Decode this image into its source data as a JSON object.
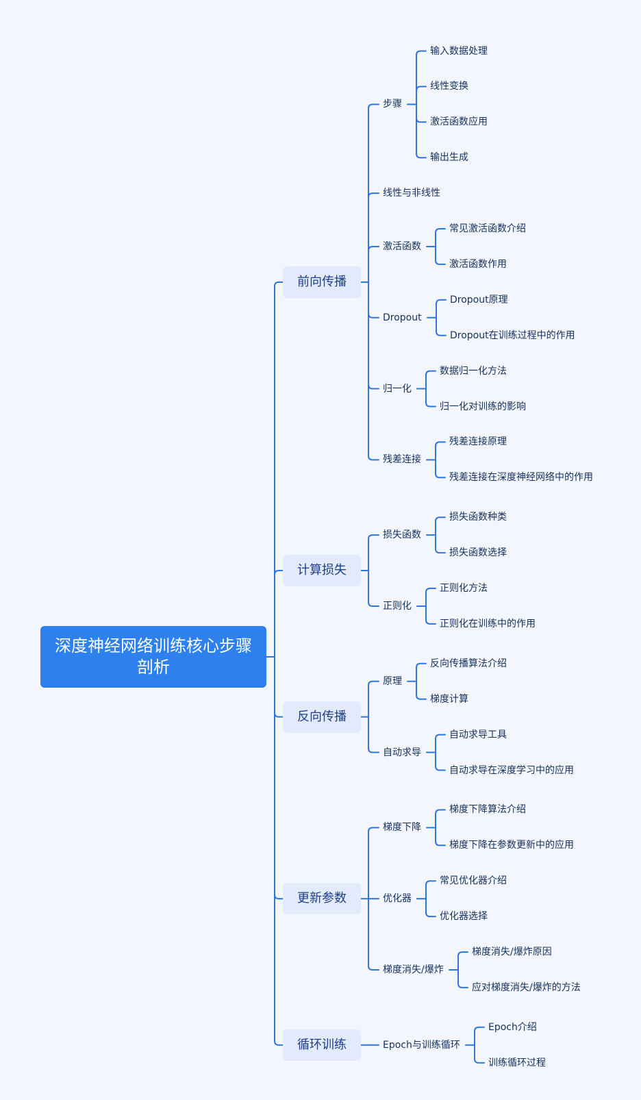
{
  "root": {
    "title": "深度神经网络训练核心步骤剖析",
    "branches": [
      {
        "label": "前向传播",
        "children": [
          {
            "label": "步骤",
            "children": [
              "输入数据处理",
              "线性变换",
              "激活函数应用",
              "输出生成"
            ]
          },
          {
            "label": "线性与非线性",
            "children": []
          },
          {
            "label": "激活函数",
            "children": [
              "常见激活函数介绍",
              "激活函数作用"
            ]
          },
          {
            "label": "Dropout",
            "children": [
              "Dropout原理",
              "Dropout在训练过程中的作用"
            ]
          },
          {
            "label": "归一化",
            "children": [
              "数据归一化方法",
              "归一化对训练的影响"
            ]
          },
          {
            "label": "残差连接",
            "children": [
              "残差连接原理",
              "残差连接在深度神经网络中的作用"
            ]
          }
        ]
      },
      {
        "label": "计算损失",
        "children": [
          {
            "label": "损失函数",
            "children": [
              "损失函数种类",
              "损失函数选择"
            ]
          },
          {
            "label": "正则化",
            "children": [
              "正则化方法",
              "正则化在训练中的作用"
            ]
          }
        ]
      },
      {
        "label": "反向传播",
        "children": [
          {
            "label": "原理",
            "children": [
              "反向传播算法介绍",
              "梯度计算"
            ]
          },
          {
            "label": "自动求导",
            "children": [
              "自动求导工具",
              "自动求导在深度学习中的应用"
            ]
          }
        ]
      },
      {
        "label": "更新参数",
        "children": [
          {
            "label": "梯度下降",
            "children": [
              "梯度下降算法介绍",
              "梯度下降在参数更新中的应用"
            ]
          },
          {
            "label": "优化器",
            "children": [
              "常见优化器介绍",
              "优化器选择"
            ]
          },
          {
            "label": "梯度消失/爆炸",
            "children": [
              "梯度消失/爆炸原因",
              "应对梯度消失/爆炸的方法"
            ]
          }
        ]
      },
      {
        "label": "循环训练",
        "children": [
          {
            "label": "Epoch与训练循环",
            "children": [
              "Epoch介绍",
              "训练循环过程"
            ]
          }
        ]
      }
    ]
  }
}
